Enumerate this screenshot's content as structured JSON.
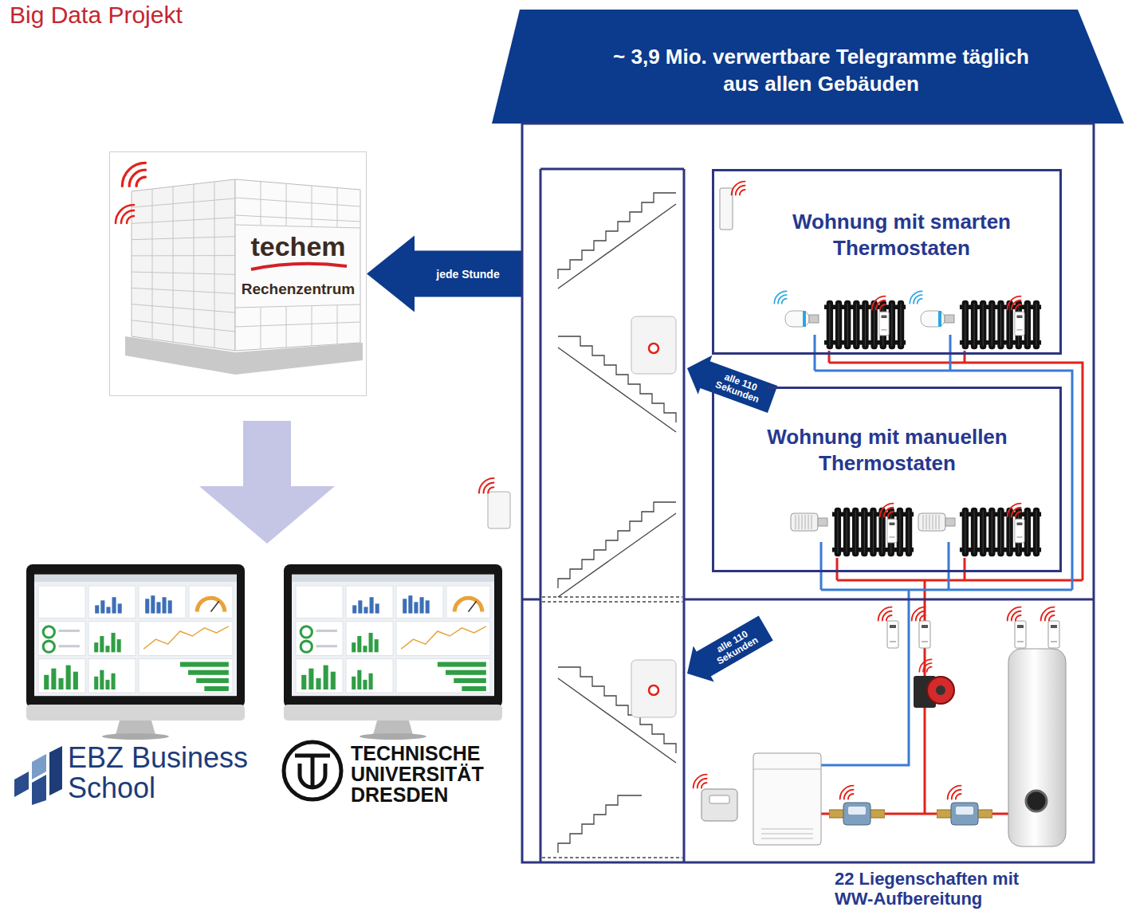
{
  "diagram": {
    "title": "Big Data Projekt",
    "nodes": [
      {
        "text": [
          "~ 3,9 Mio. verwertbare Telegramme täglich aus allen Gebäuden",
          "22 Liegenschaften mit WW-Aufbereitung"
        ]
      },
      {
        "text": [
          "Wohnung mit smarten Thermostaten"
        ],
        "in": 0
      },
      {
        "text": [
          "Wohnung mit manuellen Thermostaten"
        ],
        "in": 0
      },
      {
        "text": [
          "techem",
          "Rechenzentrum"
        ]
      }
    ],
    "edges": [
      {
        "from": 0,
        "to": 3,
        "label": "jede Stunde",
        "arrow": "to"
      }
    ],
    "labels": [
      "alle 110 Sekunden",
      "alle 110 Sekunden",
      "EBZ Business School",
      "TECHNISCHE UNIVERSITÄT DRESDEN"
    ]
  }
}
